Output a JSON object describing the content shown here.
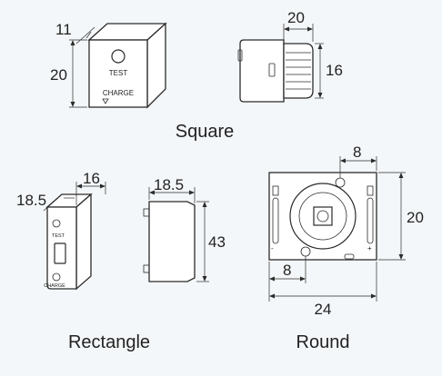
{
  "square": {
    "caption": "Square",
    "dim_depth": "11",
    "dim_height": "20",
    "dim_side_width": "20",
    "dim_side_height": "16",
    "label_test": "TEST",
    "label_charge": "CHARGE"
  },
  "rectangle": {
    "caption": "Rectangle",
    "dim_depth": "18.5",
    "dim_width": "16",
    "dim_side_depth": "18.5",
    "dim_side_height": "43",
    "label_test": "TEST",
    "label_charge": "CHARGE"
  },
  "round": {
    "caption": "Round",
    "dim_top_offset": "8",
    "dim_height": "20",
    "dim_bottom_offset": "8",
    "dim_width": "24",
    "mark_minus": "-",
    "mark_plus": "+"
  }
}
